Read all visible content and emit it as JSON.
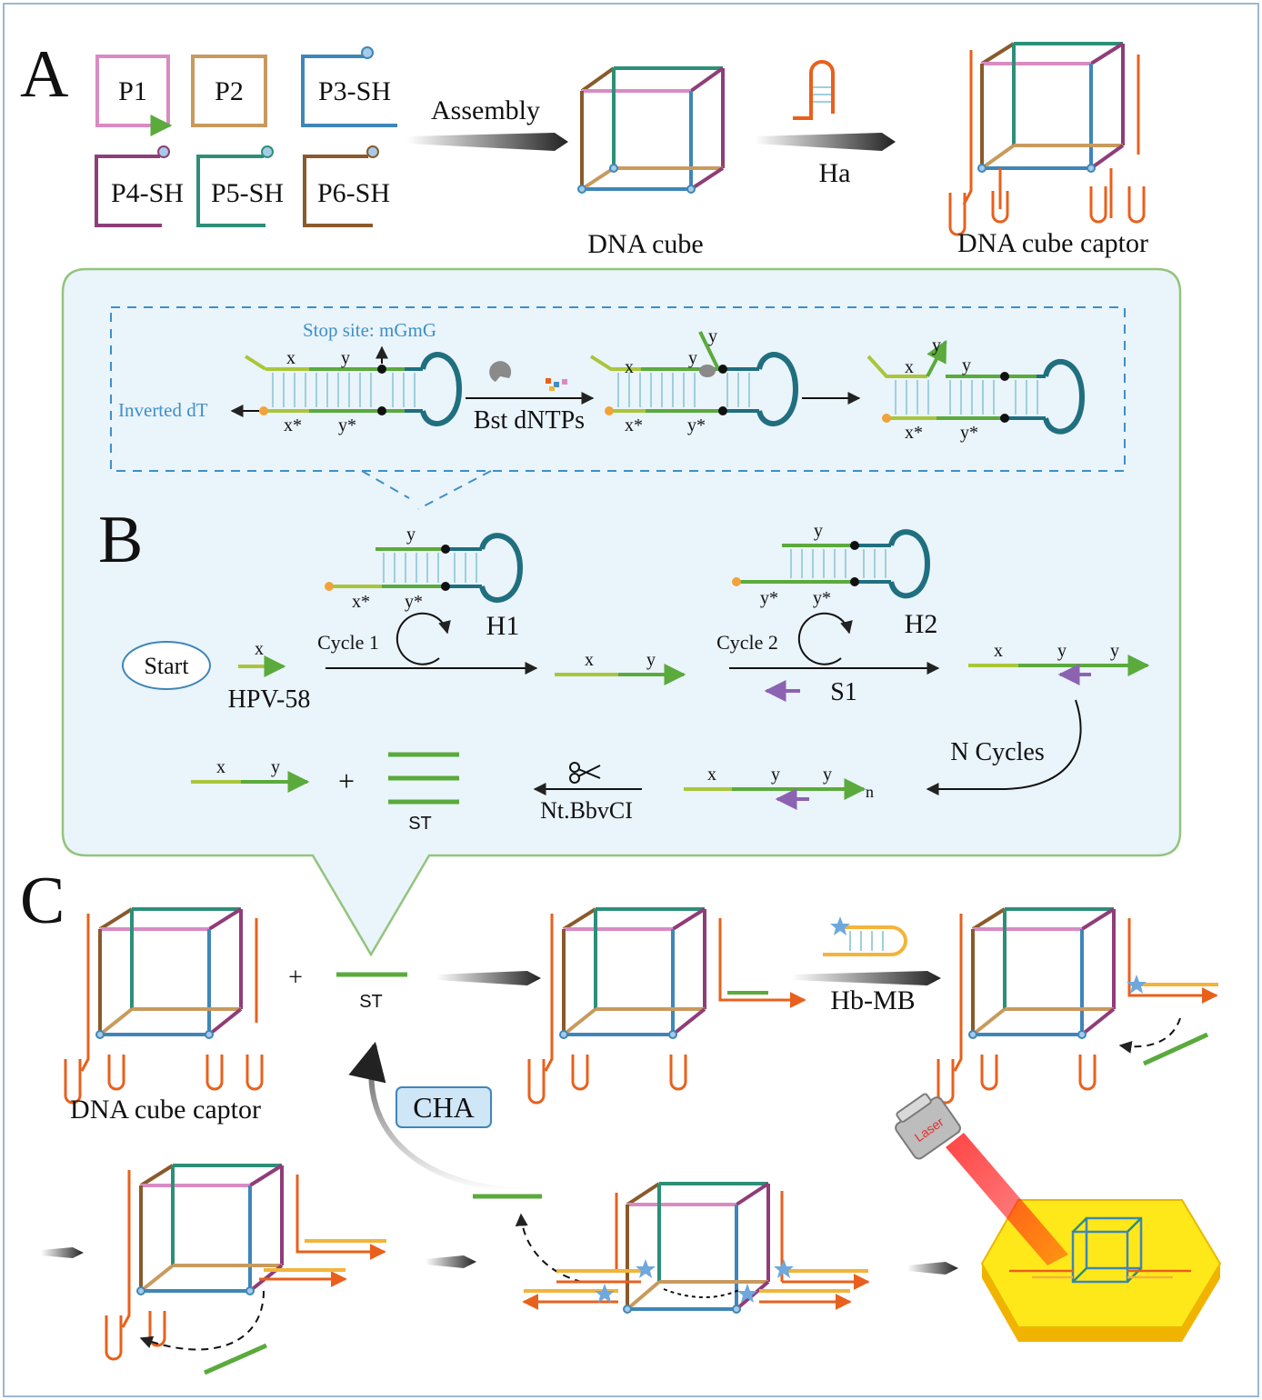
{
  "panels": {
    "a": "A",
    "b": "B",
    "c": "C"
  },
  "panel_a": {
    "strands": [
      {
        "label": "P1",
        "color": "#d98bc4"
      },
      {
        "label": "P2",
        "color": "#c89a5e"
      },
      {
        "label": "P3-SH",
        "color": "#3f86b8"
      },
      {
        "label": "P4-SH",
        "color": "#8f3d79"
      },
      {
        "label": "P5-SH",
        "color": "#2d8f78"
      },
      {
        "label": "P6-SH",
        "color": "#8a5a2b"
      }
    ],
    "assembly_label": "Assembly",
    "cube_label": "DNA cube",
    "ha_label": "Ha",
    "captor_label": "DNA cube captor"
  },
  "panel_b": {
    "stop_site": "Stop site: mGmG",
    "inverted_dt": "Inverted dT",
    "bst": "Bst dNTPs",
    "seg_x": "x",
    "seg_y": "y",
    "seg_xs": "x*",
    "seg_ys": "y*",
    "h1": "H1",
    "h2": "H2",
    "start": "Start",
    "hpv": "HPV-58",
    "cycle1": "Cycle 1",
    "cycle2": "Cycle 2",
    "s1": "S1",
    "n_cycles": "N Cycles",
    "n_sub": "n",
    "plus": "+",
    "st": "ST",
    "nick_enzyme": "Nt.BbvCI"
  },
  "panel_c": {
    "plus": "+",
    "st": "ST",
    "hb_mb": "Hb-MB",
    "captor_label": "DNA cube captor",
    "cha": "CHA",
    "laser": "Laser"
  },
  "colors": {
    "green": "#5aaa3c",
    "yellowgreen": "#a9c63a",
    "teal": "#1f6f7f",
    "orange": "#e8601c",
    "gold": "#f2b43a",
    "purple": "#8c63b3",
    "blue_text": "#3d8fc8",
    "panel_bg": "#eaf4fb",
    "panel_border": "#93c47d"
  }
}
